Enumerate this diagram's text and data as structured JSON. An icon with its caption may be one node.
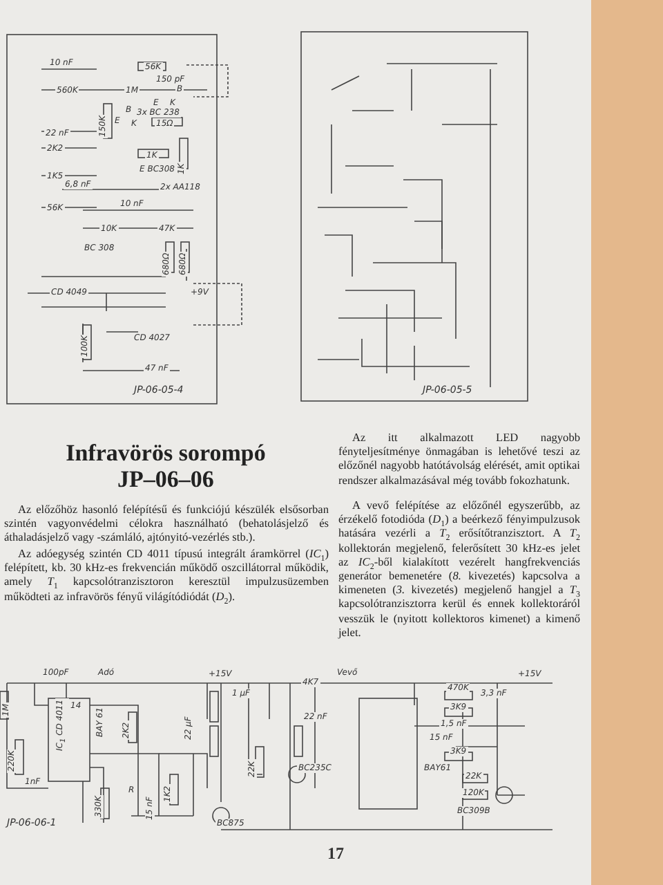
{
  "diagram": {
    "title": "Infravörös sorompó JP–06–06",
    "labels": [
      "10 nF",
      "56K",
      "150 pF",
      "560K",
      "1M",
      "B",
      "E",
      "K",
      "B",
      "E",
      "K",
      "3x BC 238",
      "15Ω",
      "22 nF",
      "150K",
      "2K2",
      "1K",
      "1K",
      "E BC308",
      "1K5",
      "6,8 nF",
      "2x AA118",
      "56K",
      "10 nF",
      "10K",
      "47K",
      "BC 308",
      "680Ω",
      "680Ω",
      "CD 4049",
      "+9V",
      "CD 4027",
      "100K",
      "47 nF",
      "JP-06-05-4",
      "JP-06-05-5",
      "Az előzőhöz hasonló felépítésű és funkciójú készülék elsősorban szintén vagyonvédelmi célokra használható (behatolásjelző és áthaladásjelző vagy -számláló, ajtónyitó-vezérlés stb.).",
      "Az adóegység szintén CD 4011 típusú integrált áramkörrel (*IC*$_{1}$) felépített, kb. 30 kHz-es frekvencián működő oszcillátorral működik, amely *T*$_{1}$ kapcsolótranzisztoron keresztül impulzusüzemben működteti az infravörös fényű világítódiódát (*D*$_{2}$).",
      "Az itt alkalmazott LED nagyobb fényteljesítménye önmagában is lehetővé teszi az előzőnél nagyobb hatótávolság elérését, amit optikai rendszer alkalmazásával még tovább fokozhatunk.",
      "A vevő felépítése az előzőnél egyszerűbb, az érzékelő fotodióda (*D*$_{1}$) a beérkező fényimpulzusok hatására vezérli a *T*$_{2}$ erősítőtranzisztort. A *T*$_{2}$ kollektorán megjelenő, felerősített 30 kHz-es jelet az *IC*$_{2}$-ből kialakított vezérelt hangfrekvenciás generátor bemenetére (*8.* kivezetés) kapcsolva a kimeneten (*3.* kivezetés) megjelenő hangjel a *T*$_{3}$ kapcsolótranzisztorra kerül és ennek kollektoráról vesszük le (nyitott kollektoros kimenet) a kimenő jelet.",
      "100pF",
      "Adó",
      "1M",
      "14",
      "IC$_{1}$ CD 4011",
      "BAY 61",
      "2K2",
      "220K",
      "1nF",
      "330K",
      "R",
      "15 nF",
      "1K2",
      "BC875",
      "JP-06-06-1",
      "+15V",
      "22 µF",
      "1 µF",
      "22K",
      "BC235C",
      "22 nF",
      "4K7",
      "Vevő",
      "+15V",
      "470K",
      "3,3 nF",
      "3K9",
      "1,5 nF",
      "15 nF",
      "3K9",
      "BAY61",
      "22K",
      "120K",
      "BC309B",
      "17"
    ]
  }
}
